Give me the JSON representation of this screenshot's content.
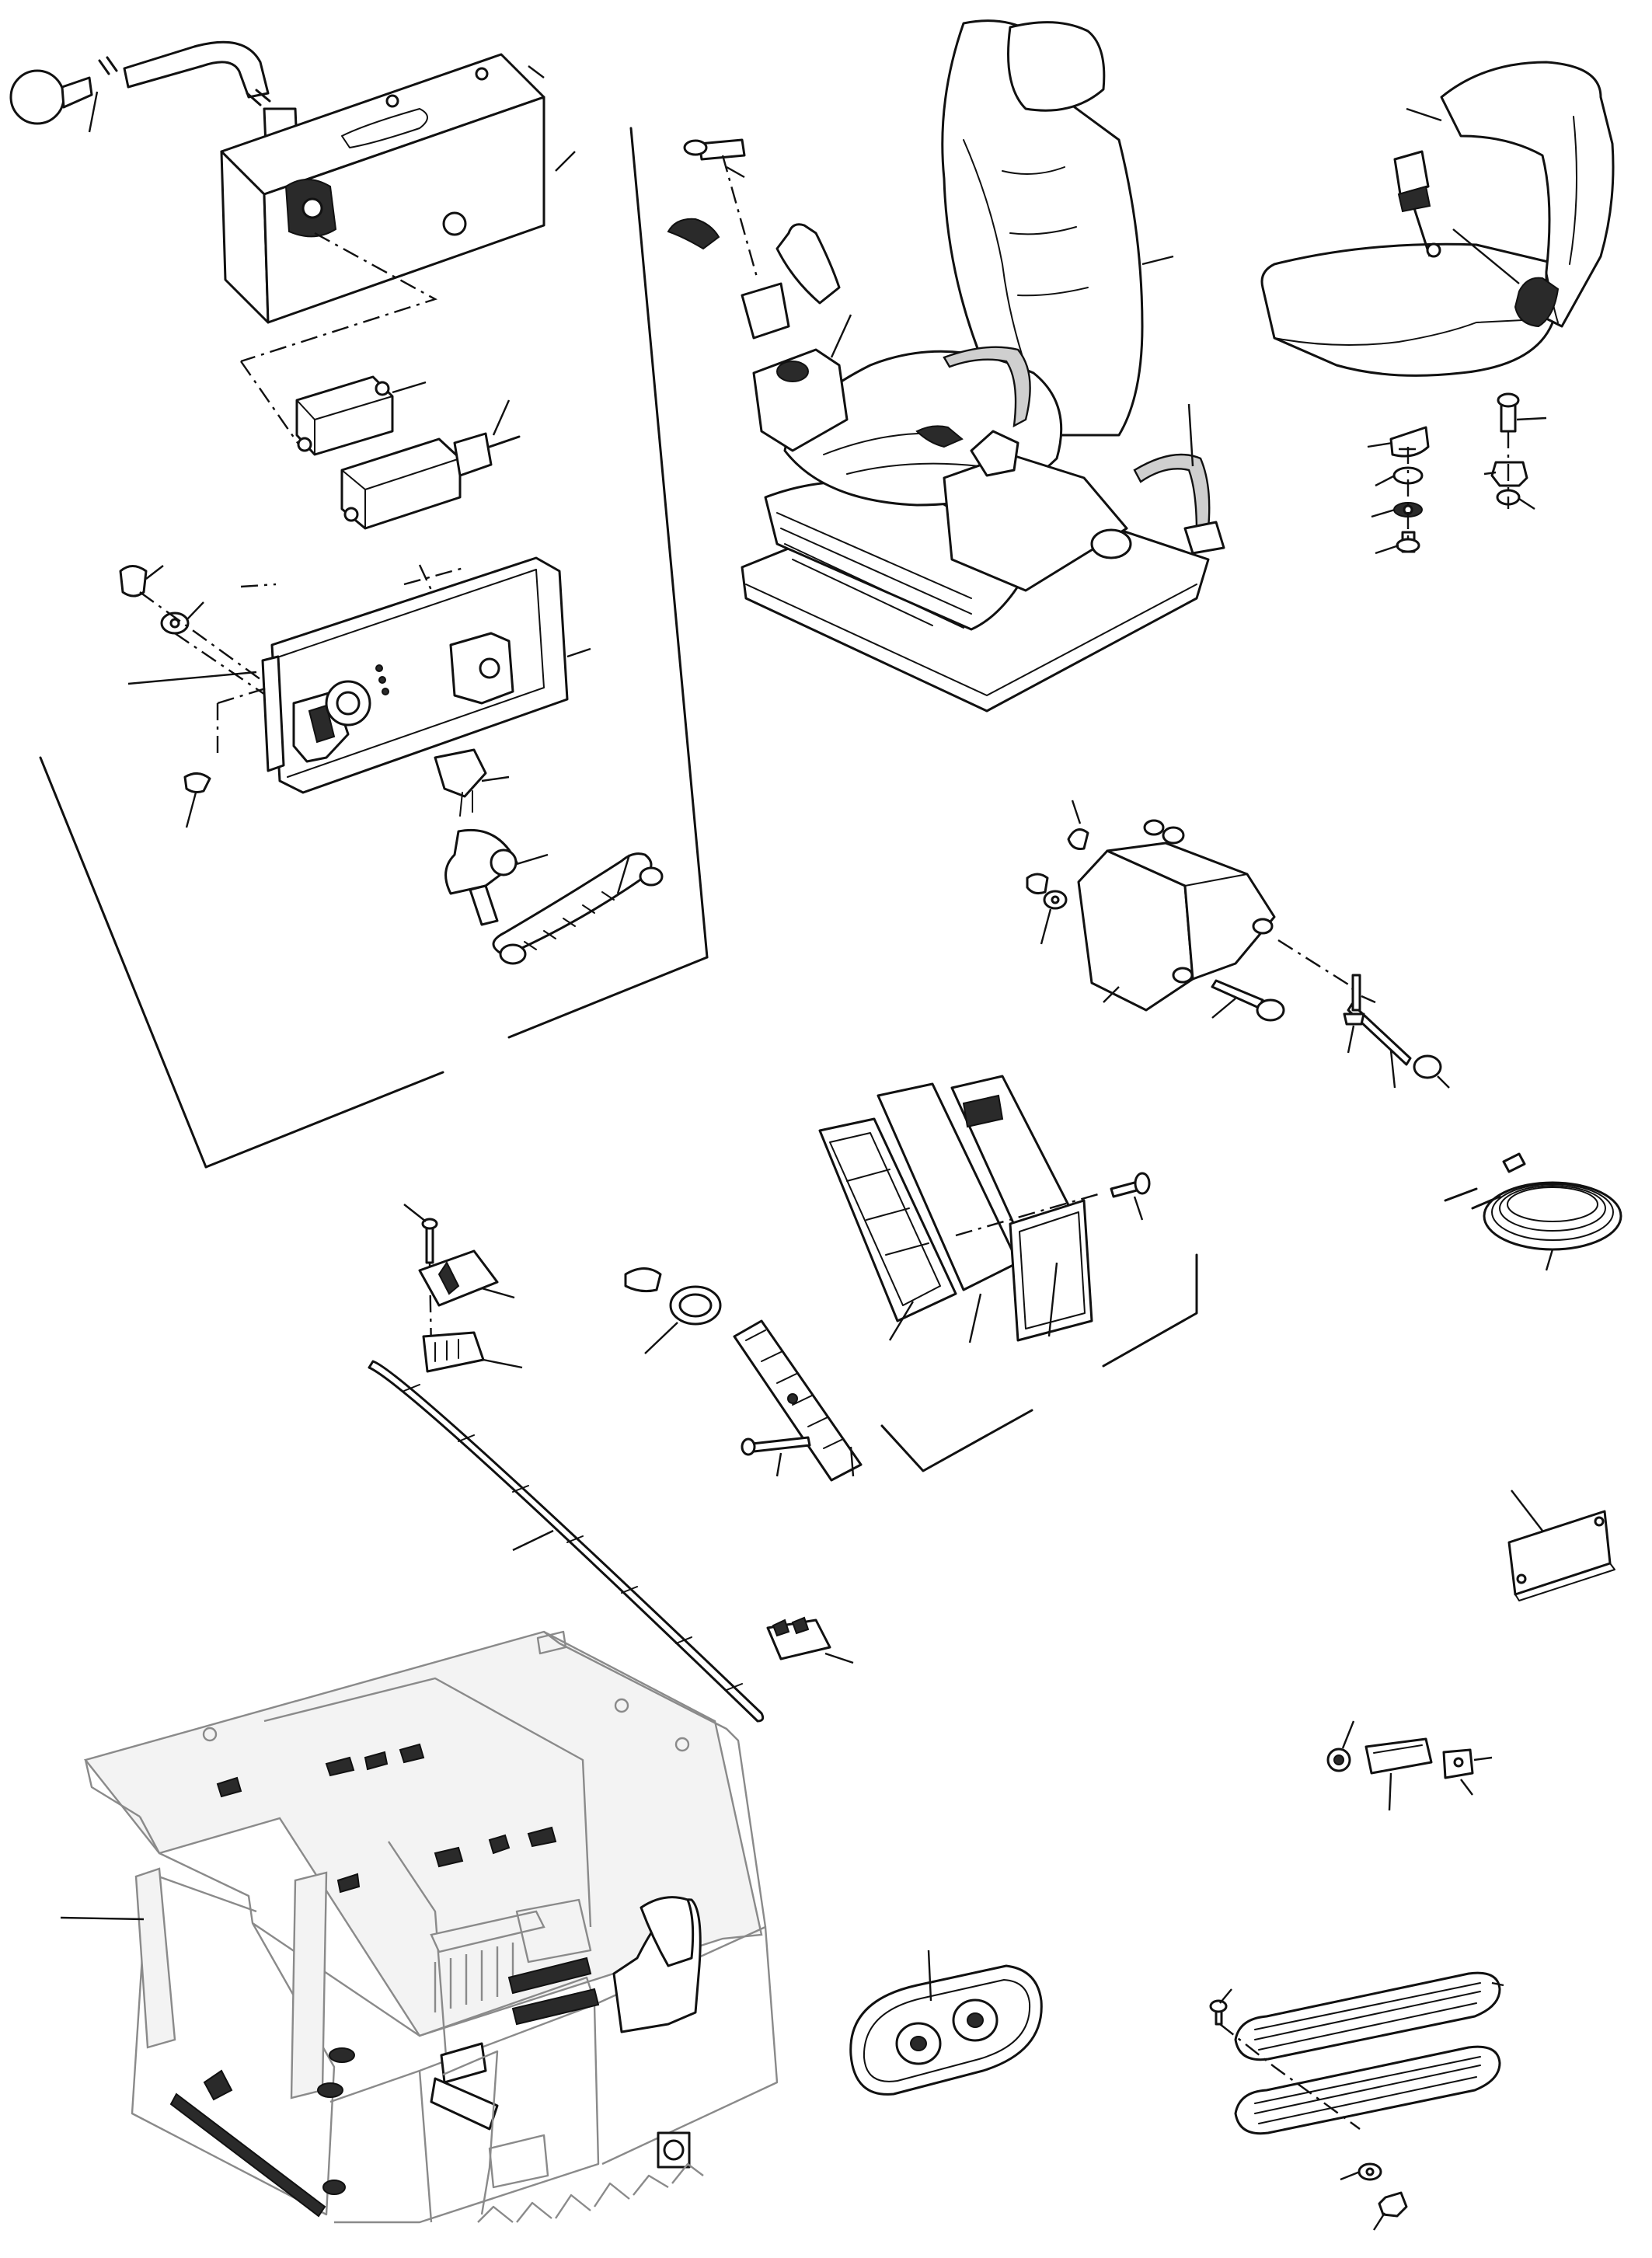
{
  "figure": {
    "title": "",
    "colors": {
      "ink": "#111111",
      "paper": "#ffffff",
      "cab_outline": "#8a8a8a",
      "shading": "#cfcfcf"
    }
  },
  "groups": [
    {
      "id": "control-lever-assembly"
    },
    {
      "id": "operator-seat-with-joysticks"
    },
    {
      "id": "jump-seat-with-belt"
    },
    {
      "id": "joystick-armrest-console"
    },
    {
      "id": "air-filter-set"
    },
    {
      "id": "cable-coil"
    },
    {
      "id": "air-vents-and-grille"
    },
    {
      "id": "cover-plate"
    },
    {
      "id": "latch-set"
    },
    {
      "id": "cab-structure"
    },
    {
      "id": "fan-control-panel"
    },
    {
      "id": "outlet-grilles"
    }
  ]
}
